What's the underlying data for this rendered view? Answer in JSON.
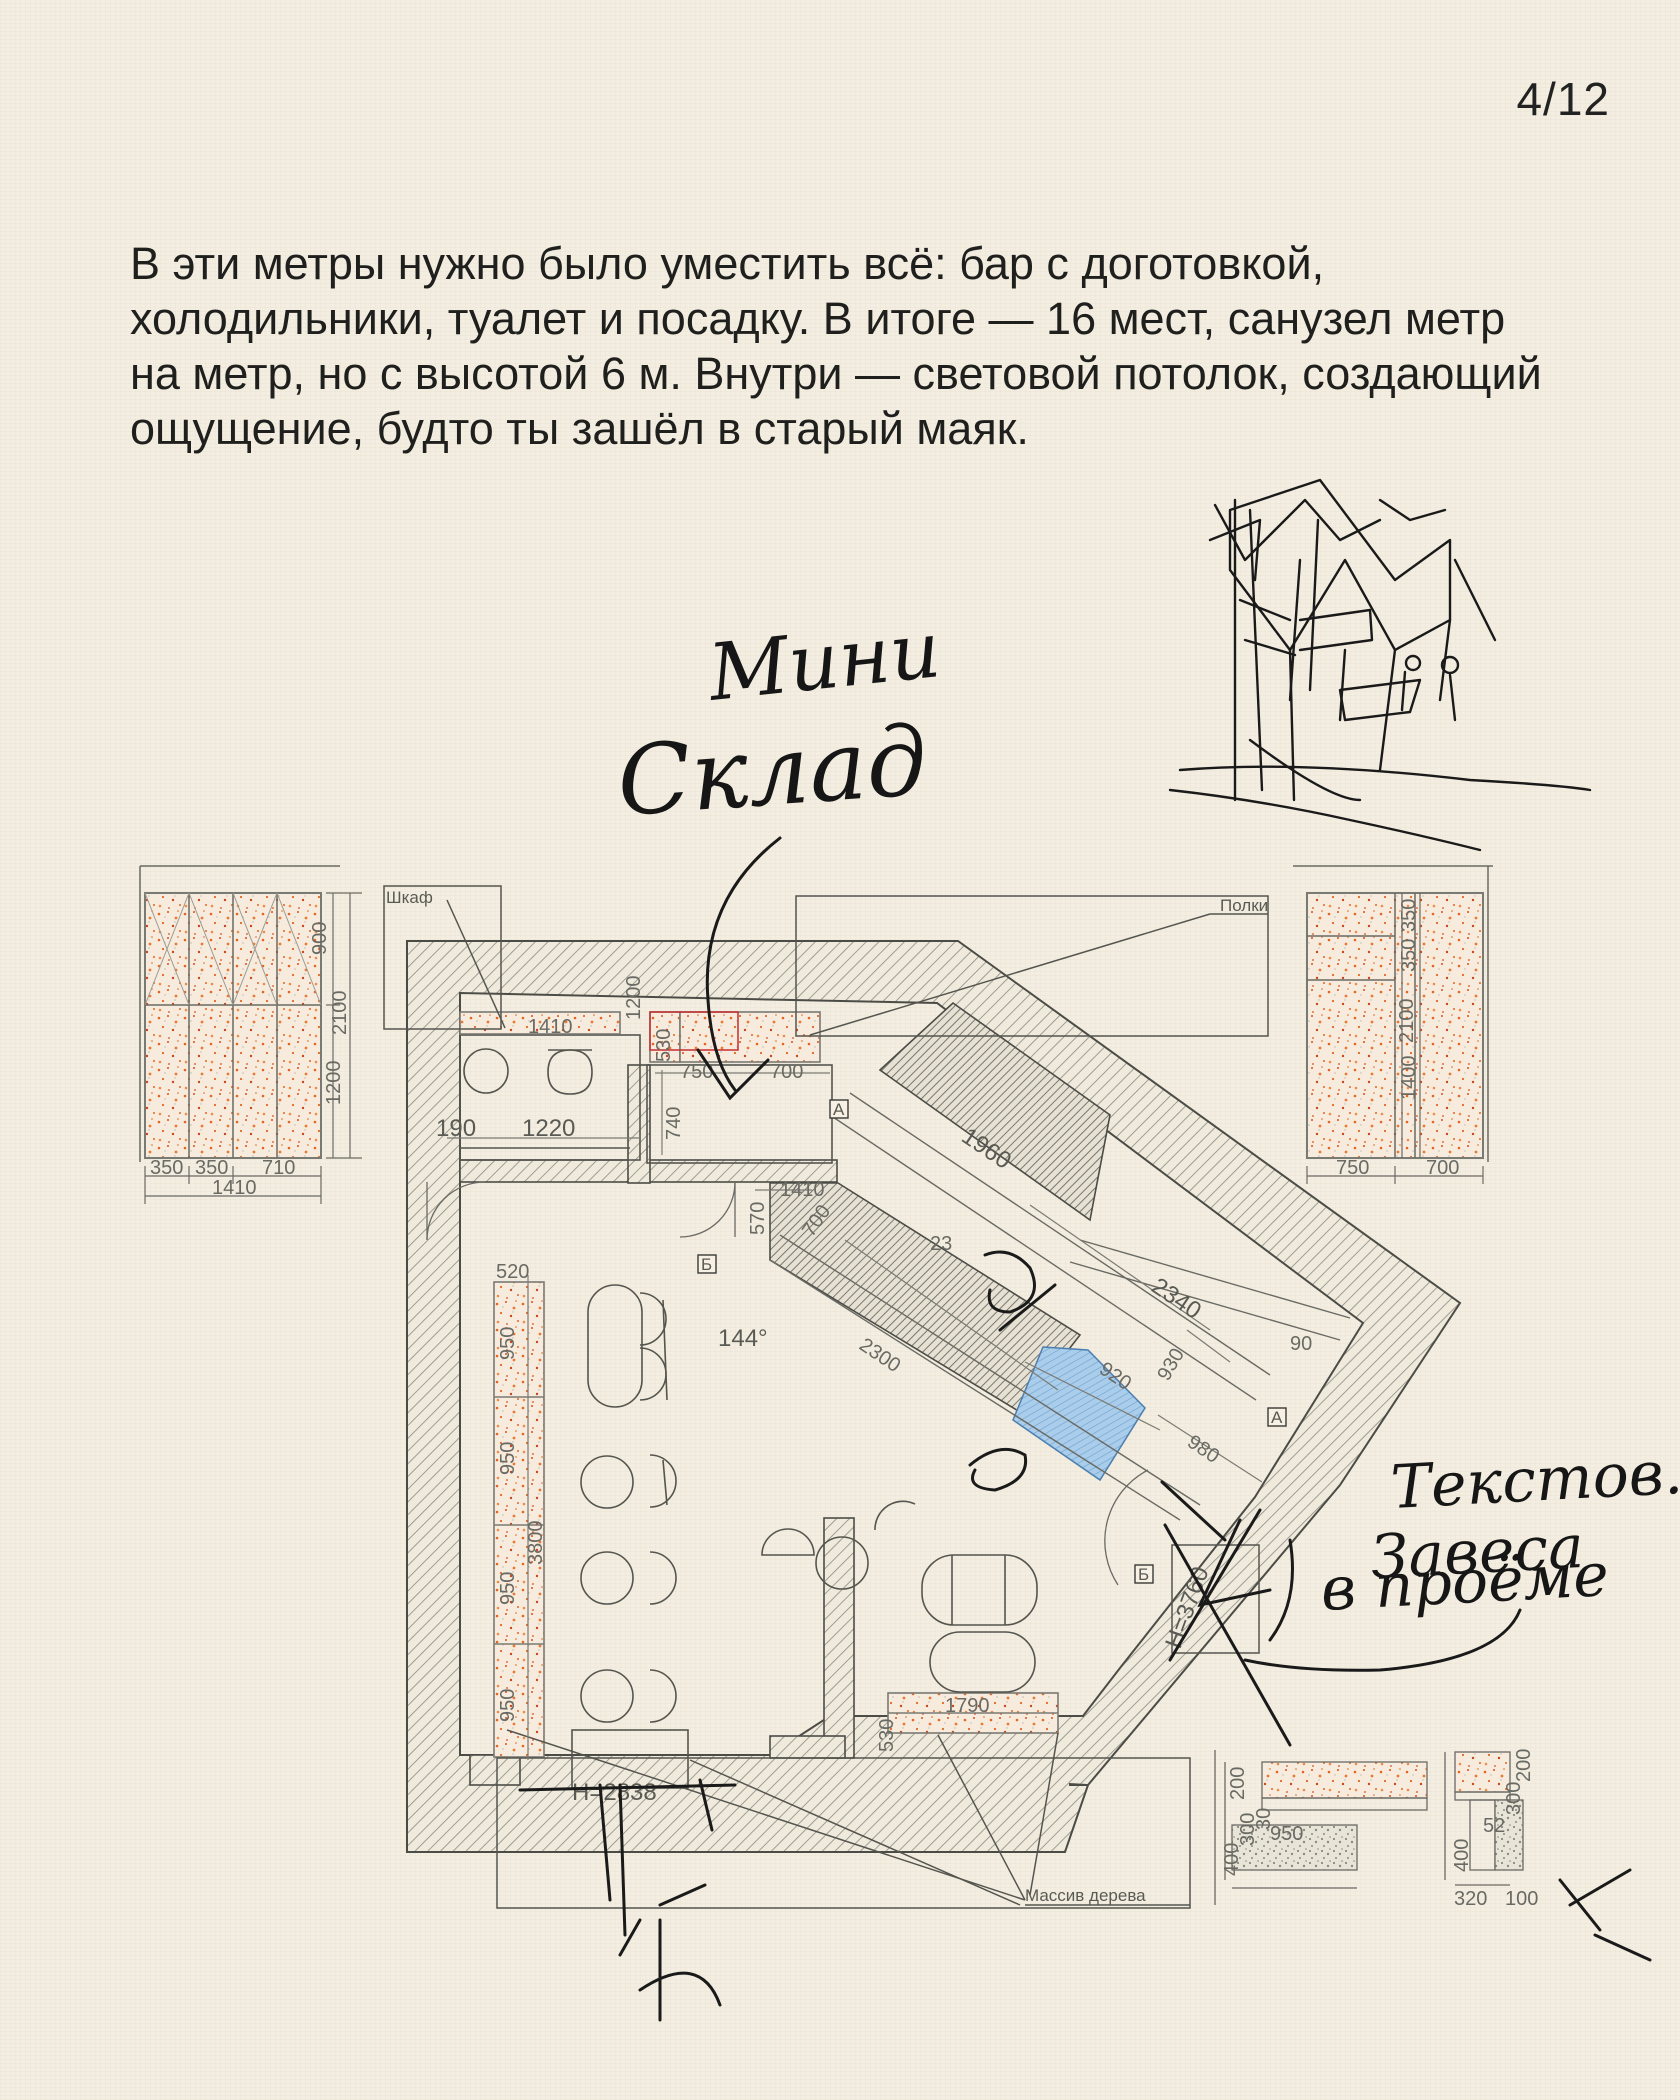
{
  "page_number": "4/12",
  "intro_text": "В эти метры нужно было уместить всё: бар с доготовкой, холодильники, туалет и посадку. В итоге — 16 мест, санузел метр на метр, но с высотой 6 м. Внутри — световой потолок, создающий ощущение, будто ты зашёл в старый маяк.",
  "plan": {
    "labels": {
      "cabinet": "Шкаф",
      "shelves": "Полки",
      "solid_wood": "Массив дерева",
      "angle": "144°",
      "height_left": "H=2838",
      "height_right": "H=3760"
    },
    "markers": [
      "А",
      "Б",
      "Б",
      "А"
    ],
    "dimensions": {
      "top_wall": [
        "1410",
        "1200",
        "530",
        "750",
        "700"
      ],
      "bathroom": [
        "190",
        "1220",
        "740"
      ],
      "left_column": [
        "520",
        "950",
        "950",
        "950",
        "950",
        "3800"
      ],
      "corridor": [
        "1410",
        "570",
        "700",
        "2300",
        "1960",
        "2340",
        "920",
        "930",
        "980",
        "90",
        "23"
      ],
      "bottom": [
        "1790",
        "530"
      ]
    },
    "elevation_left": {
      "vertical": [
        "900",
        "2100",
        "1200"
      ],
      "horizontal": [
        "350",
        "350",
        "710",
        "1410"
      ]
    },
    "elevation_right": {
      "vertical": [
        "350",
        "350",
        "2100",
        "1400"
      ],
      "horizontal": [
        "750",
        "700"
      ]
    },
    "section_a": {
      "vertical": [
        "200",
        "300",
        "30",
        "400"
      ],
      "horizontal": [
        "950"
      ]
    },
    "section_b": {
      "vertical": [
        "200",
        "300",
        "52",
        "400"
      ],
      "horizontal": [
        "320",
        "100"
      ]
    },
    "handwritten": {
      "note_top_line1": "Мини",
      "note_top_line2": "Склад",
      "note_right_line1": "Текстов.",
      "note_right_line2": "Завеса",
      "note_right_line3": "в проёме"
    }
  },
  "colors": {
    "background": "#f3eee1",
    "text": "#1f1f1d",
    "line": "#6a6a64",
    "speckle": "#e4661e",
    "blue_panel": "#a9cdea"
  }
}
